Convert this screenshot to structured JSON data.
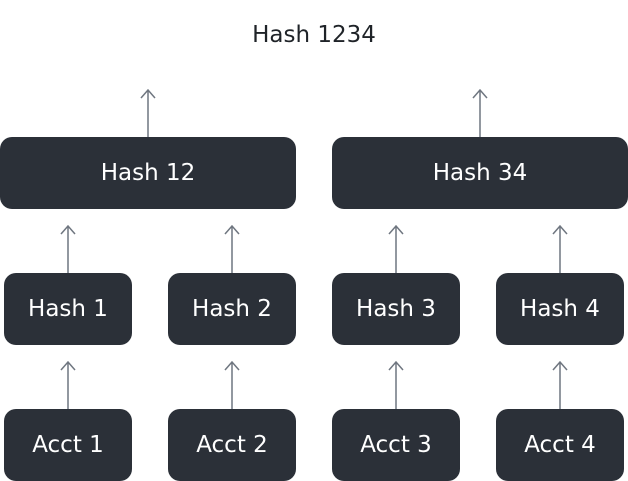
{
  "root": {
    "label": "Hash 1234"
  },
  "level2": [
    {
      "label": "Hash 12"
    },
    {
      "label": "Hash 34"
    }
  ],
  "level1": [
    {
      "label": "Hash 1"
    },
    {
      "label": "Hash 2"
    },
    {
      "label": "Hash 3"
    },
    {
      "label": "Hash 4"
    }
  ],
  "accounts": [
    {
      "label": "Acct 1"
    },
    {
      "label": "Acct 2"
    },
    {
      "label": "Acct 3"
    },
    {
      "label": "Acct 4"
    }
  ],
  "colors": {
    "node_fill": "#2b3038",
    "node_text": "#ffffff",
    "arrow": "#6f7680",
    "root_text": "#1f2328"
  }
}
